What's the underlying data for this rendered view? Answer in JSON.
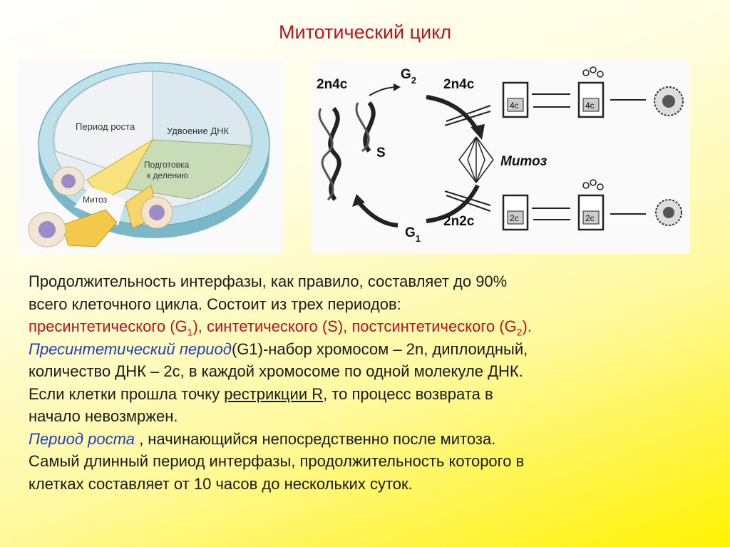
{
  "slide": {
    "title": "Митотический цикл"
  },
  "figure_left": {
    "labels": {
      "growth": "Период роста",
      "dna": "Удвоение ДНК",
      "prep_1": "Подготовка",
      "prep_2": "к делению",
      "mitosis": "Митоз"
    }
  },
  "figure_right": {
    "labels": {
      "g2_ploidy": "2n4c",
      "g2": "G",
      "g2_sub": "2",
      "g2_ploidy_2": "2n4c",
      "s": "S",
      "mitosis": "Митоз",
      "g1": "G",
      "g1_sub": "1",
      "g1_ploidy": "2n2c",
      "box_4c_1": "4c",
      "box_4c_2": "4c",
      "box_2c_1": "2c",
      "box_2c_2": "2c"
    }
  },
  "text": {
    "p1_line1": "Продолжительность интерфазы, как правило, составляет до 90%",
    "p1_line2": "всего клеточного цикла. Состоит из трех периодов:",
    "p2_a": "пресинтетического (G",
    "p2_sub1": "1",
    "p2_b": "), синтетического (S), постсинтетического (G",
    "p2_sub2": "2",
    "p2_c": ").",
    "p3_italic": "Пресинтетический период",
    "p3_rest": "(G1)-набор хромосом – 2n, диплоидный,",
    "p4": "количество ДНК – 2с, в каждой хромосоме по одной молекуле ДНК.",
    "p5_a": "Если клетки прошла точку ",
    "p5_under": "рестрикции R",
    "p5_b": ", то процесс возврата в",
    "p6": "начало невозмржен.",
    "p7_italic": "Период роста",
    "p7_rest": " , начинающийся непосредственно после митоза.",
    "p8": "Самый длинный период интерфазы, продолжительность которого в",
    "p9": "клетках составляет от 10 часов до нескольких суток."
  }
}
